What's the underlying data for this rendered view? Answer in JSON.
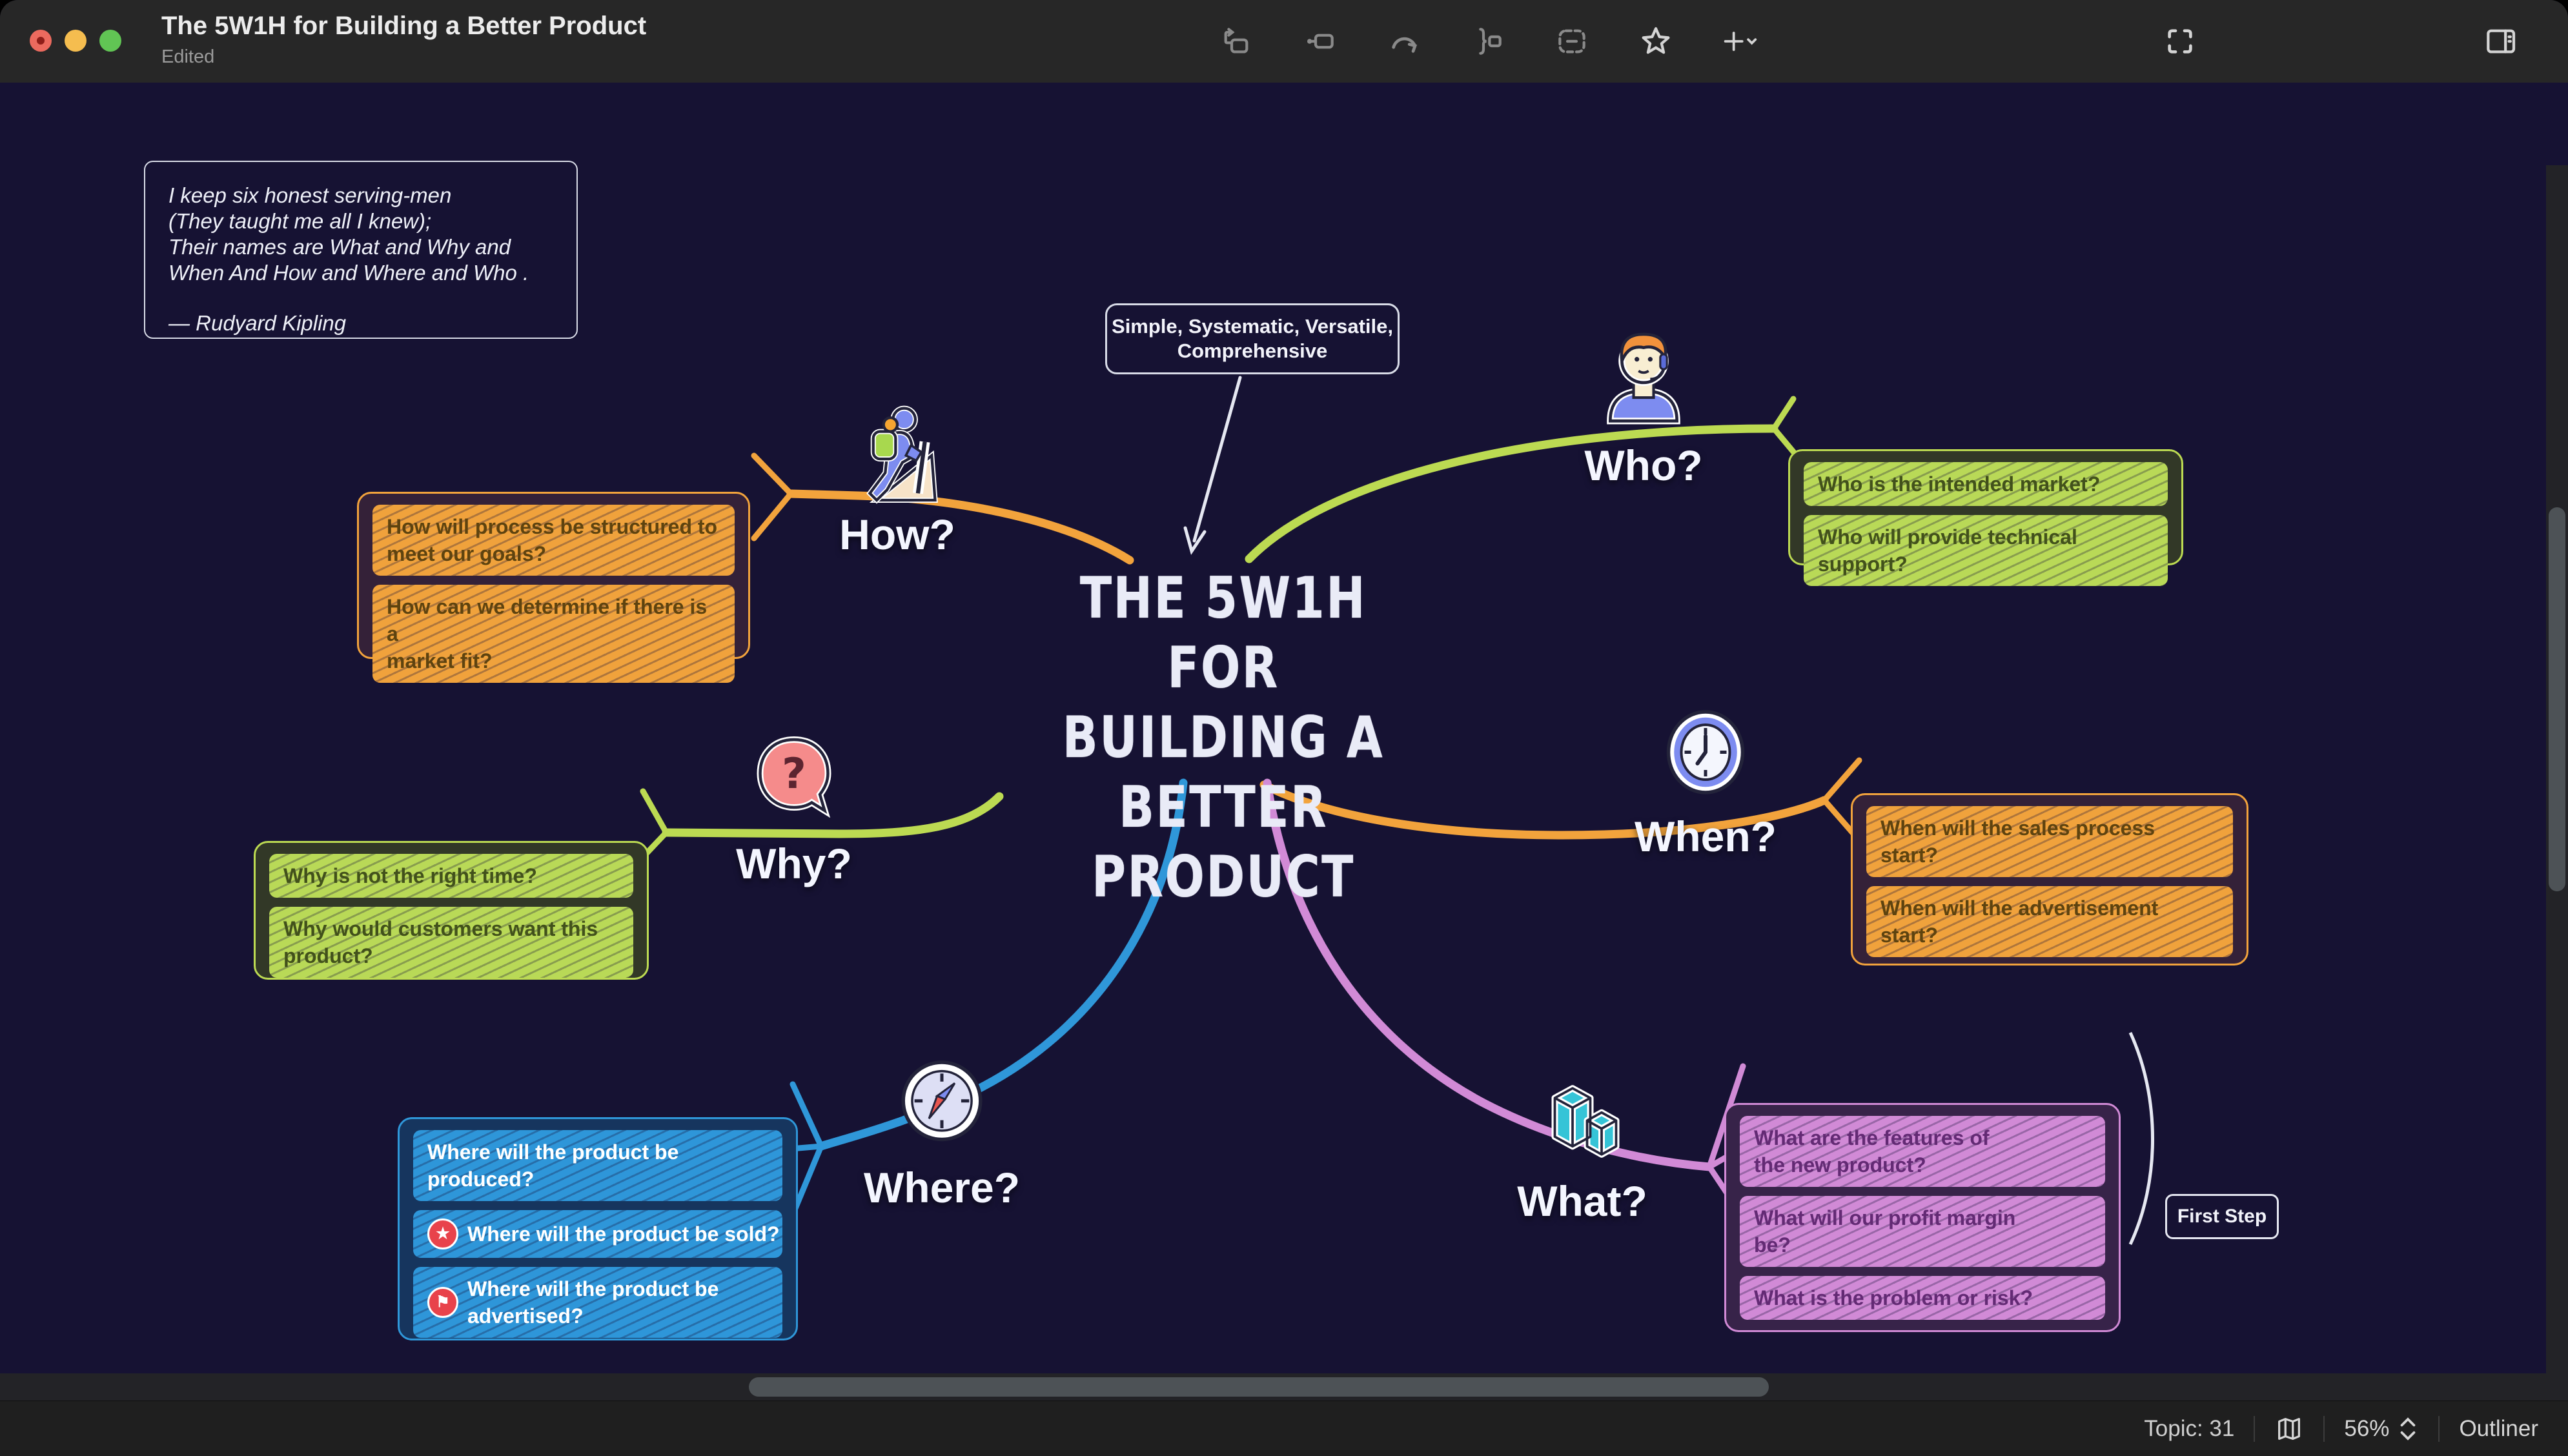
{
  "window": {
    "title": "The 5W1H for Building a Better Product",
    "subtitle": "Edited"
  },
  "toolbar": {
    "icons": [
      "insert-topic-icon",
      "insert-subtopic-icon",
      "relationship-icon",
      "summary-icon",
      "boundary-icon",
      "marker-star-icon",
      "insert-more-icon",
      "fullscreen-icon",
      "format-panel-icon"
    ]
  },
  "canvas": {
    "quote": {
      "lines": [
        "I keep six honest serving-men",
        "(They taught me all I knew);",
        "Their names are What and Why and",
        "When And How and Where and Who ."
      ],
      "author": "— Rudyard Kipling"
    },
    "floating_note": "Simple,  Systematic, Versatile,\nComprehensive",
    "central_topic": {
      "line1": "THE 5W1H FOR",
      "line2": "BUILDING A",
      "line3": "BETTER PRODUCT"
    },
    "branches": [
      {
        "id": "how",
        "label": "How?",
        "color": "#f2a33c",
        "items": [
          "How will process be structured to\nmeet our goals?",
          "How can we determine if there is a\nmarket fit?"
        ]
      },
      {
        "id": "who",
        "label": "Who?",
        "color": "#bcda52",
        "items": [
          "Who is the intended market?",
          "Who will provide technical support?"
        ]
      },
      {
        "id": "why",
        "label": "Why?",
        "color": "#bcda52",
        "items": [
          "Why is not the right time?",
          "Why would customers want this\nproduct?"
        ]
      },
      {
        "id": "when",
        "label": "When?",
        "color": "#f2a33c",
        "items": [
          "When will the sales process\nstart?",
          "When will the advertisement\nstart?"
        ]
      },
      {
        "id": "where",
        "label": "Where?",
        "color": "#2f97d9",
        "items": [
          "Where will the product be\nproduced?",
          "Where will the product be sold?",
          "Where will the product be\nadvertised?"
        ],
        "markers": [
          "",
          "star",
          "flag"
        ]
      },
      {
        "id": "what",
        "label": "What?",
        "color": "#d18ad6",
        "items": [
          "What are the features of\nthe new product?",
          "What will our profit margin\nbe?",
          "What is the problem or risk?"
        ]
      }
    ],
    "summary_label": "First Step"
  },
  "statusbar": {
    "topic_count": "Topic: 31",
    "zoom_level": "56%",
    "outliner_label": "Outliner"
  },
  "colors": {
    "canvas_bg": "#161233",
    "chrome_bg": "#272727",
    "orange": "#f2a33c",
    "green": "#b9d957",
    "blue": "#2e96d9",
    "pink": "#d18ad6",
    "line_white": "#e6e8f2"
  }
}
